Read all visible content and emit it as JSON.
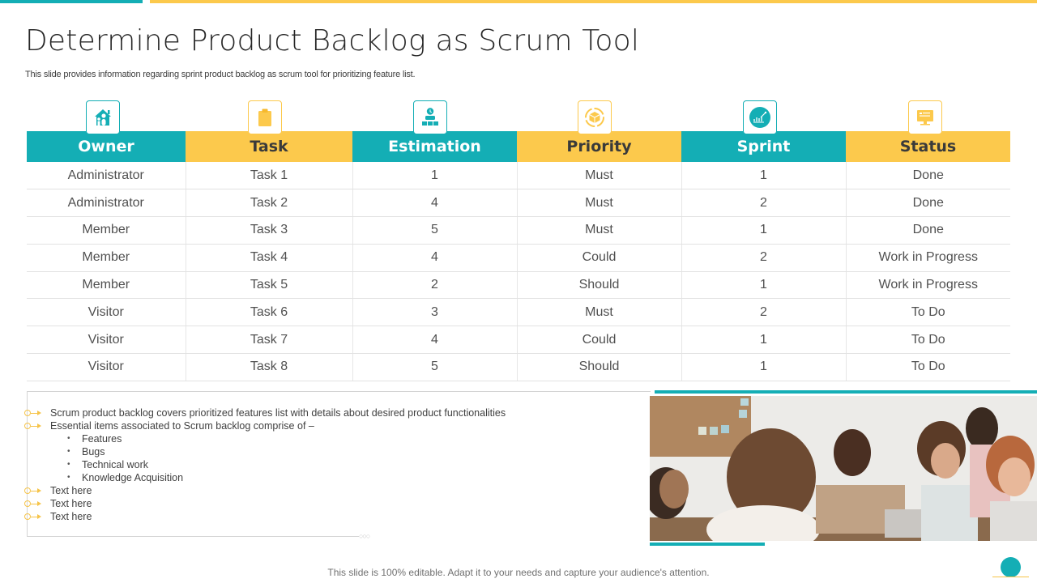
{
  "slide": {
    "title": "Determine Product Backlog as Scrum Tool",
    "subtitle": "This slide provides information regarding sprint product backlog as scrum tool for prioritizing feature list.",
    "footer": "This slide is 100% editable. Adapt it to your needs and capture your audience's attention."
  },
  "colors": {
    "teal": "#14AEB5",
    "yellow": "#FCC94C",
    "text": "#404040"
  },
  "table": {
    "columns": [
      {
        "label": "Owner",
        "icon": "house-people-icon",
        "color": "teal"
      },
      {
        "label": "Task",
        "icon": "clipboard-icon",
        "color": "yellow"
      },
      {
        "label": "Estimation",
        "icon": "person-clock-boxes-icon",
        "color": "teal"
      },
      {
        "label": "Priority",
        "icon": "cycle-box-icon",
        "color": "yellow"
      },
      {
        "label": "Sprint",
        "icon": "growth-chart-icon",
        "color": "teal"
      },
      {
        "label": "Status",
        "icon": "monitor-status-icon",
        "color": "yellow"
      }
    ],
    "rows": [
      [
        "Administrator",
        "Task 1",
        "1",
        "Must",
        "1",
        "Done"
      ],
      [
        "Administrator",
        "Task 2",
        "4",
        "Must",
        "2",
        "Done"
      ],
      [
        "Member",
        "Task 3",
        "5",
        "Must",
        "1",
        "Done"
      ],
      [
        "Member",
        "Task 4",
        "4",
        "Could",
        "2",
        "Work in Progress"
      ],
      [
        "Member",
        "Task 5",
        "2",
        "Should",
        "1",
        "Work in Progress"
      ],
      [
        "Visitor",
        "Task 6",
        "3",
        "Must",
        "2",
        "To Do"
      ],
      [
        "Visitor",
        "Task 7",
        "4",
        "Could",
        "1",
        "To Do"
      ],
      [
        "Visitor",
        "Task 8",
        "5",
        "Should",
        "1",
        "To Do"
      ]
    ]
  },
  "notes": {
    "items": [
      "Scrum product backlog covers prioritized features list with details about desired product functionalities",
      "Essential items associated to Scrum backlog comprise of –"
    ],
    "sub_items": [
      "Features",
      "Bugs",
      "Technical work",
      "Knowledge Acquisition"
    ],
    "extra_items": [
      "Text here",
      "Text here",
      "Text here"
    ],
    "dots": "○○○"
  },
  "image": {
    "description": "team-meeting-photo"
  }
}
